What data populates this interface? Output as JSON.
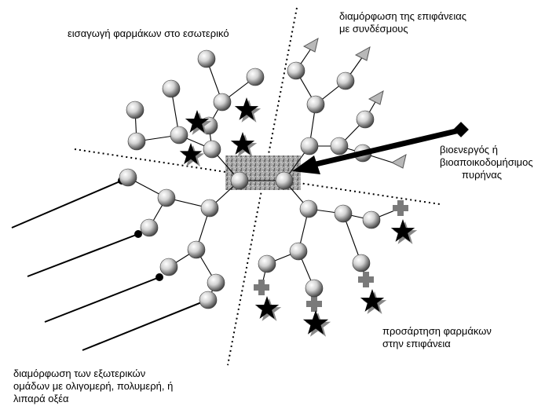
{
  "labels": {
    "interior": [
      "εισαγωγή φαρμάκων στο εσωτερικό"
    ],
    "surface_ligands": [
      "διαμόρφωση της επιφάνειας",
      "με συνδέσμους"
    ],
    "core": [
      "βιοενεργός ή",
      "βιοαποικοδομήσιμος",
      "πυρήνας"
    ],
    "surface_drugs": [
      "προσάρτηση φαρμάκων",
      "στην επιφάνεια"
    ],
    "exterior_groups": [
      "διαμόρφωση των εξωτερικών",
      "ομάδων με ολιγομερή, πολυμερή, ή",
      "λιπαρά οξέα"
    ]
  },
  "colors": {
    "sphere_light": "#f4f4f4",
    "sphere_dark": "#4a4a4a",
    "star": "#000000",
    "drug_cross": "#7a7a7a",
    "ligand_triangle": "#b8b8b8",
    "core_box": "#9a9a9a"
  },
  "icons": {
    "node": "sphere",
    "drug": "star",
    "linker": "cross",
    "ligand": "triangle",
    "chain_end": "dot",
    "core_marker": "diamond"
  }
}
